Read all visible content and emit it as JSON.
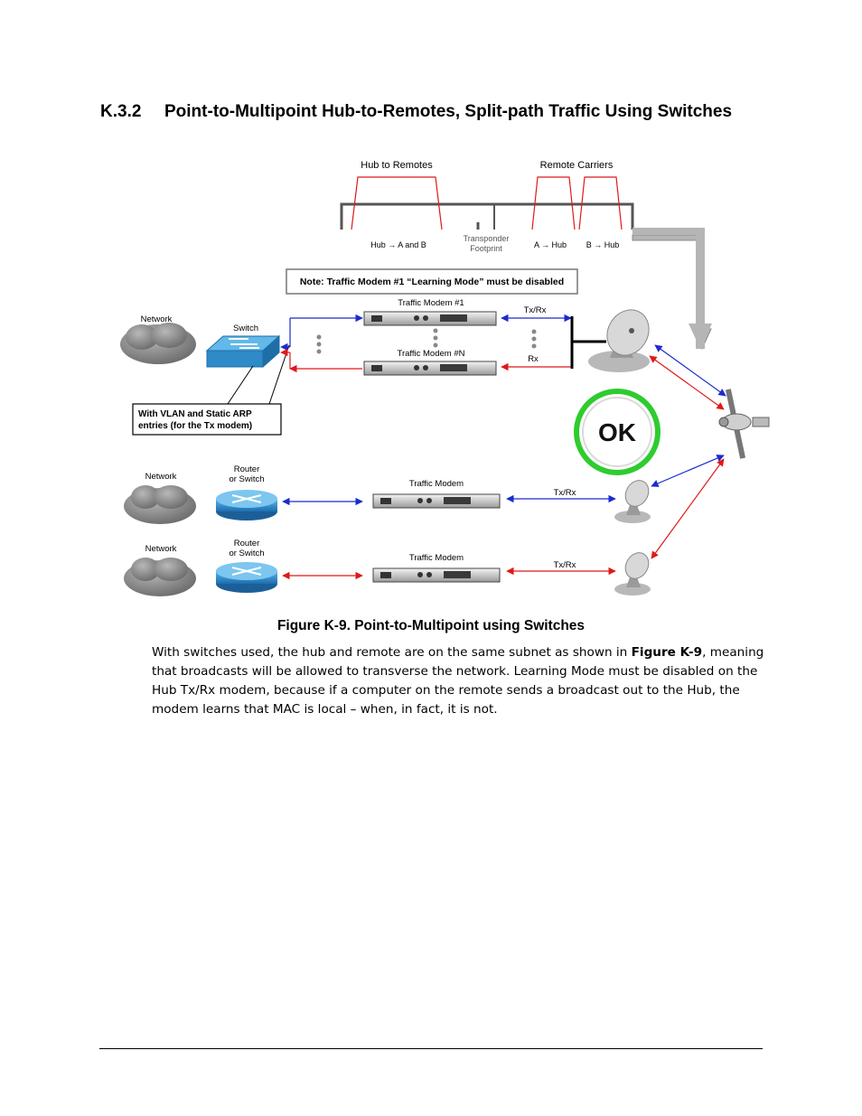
{
  "section": {
    "number": "K.3.2",
    "title": "Point-to-Multipoint Hub-to-Remotes, Split-path Traffic Using Switches"
  },
  "figure": {
    "label_hub_to_remotes": "Hub to Remotes",
    "label_remote_carriers": "Remote Carriers",
    "label_hub_a_b": "Hub → A and B",
    "label_transponder_1": "Transponder",
    "label_transponder_2": "Footprint",
    "label_a_hub": "A → Hub",
    "label_b_hub": "B → Hub",
    "note": "Note: Traffic Modem #1 “Learning Mode” must be disabled",
    "network": "Network",
    "switch": "Switch",
    "modem_1": "Traffic Modem #1",
    "modem_n": "Traffic Modem #N",
    "txrx": "Tx/Rx",
    "rx": "Rx",
    "callout_1": "With VLAN and Static ARP",
    "callout_2": "entries (for the Tx modem)",
    "ok": "OK",
    "router_1": "Router",
    "router_2": "or Switch",
    "traffic_modem": "Traffic Modem",
    "colors": {
      "blue": "#1a2bd0",
      "red": "#e01818",
      "ok_green": "#2ecc2e",
      "switch_blue": "#3ea0d8"
    }
  },
  "caption": "Figure K-9. Point-to-Multipoint using Switches",
  "paragraph": {
    "part1": "With switches used, the hub and remote are on the same subnet as shown in ",
    "ref": "Figure K-9",
    "part2": ", meaning that broadcasts will be allowed to transverse the network. Learning Mode must be disabled on the Hub Tx/Rx modem, because if a computer on the remote sends a broadcast out to the Hub, the modem learns that MAC is local – when, in fact, it is not."
  }
}
